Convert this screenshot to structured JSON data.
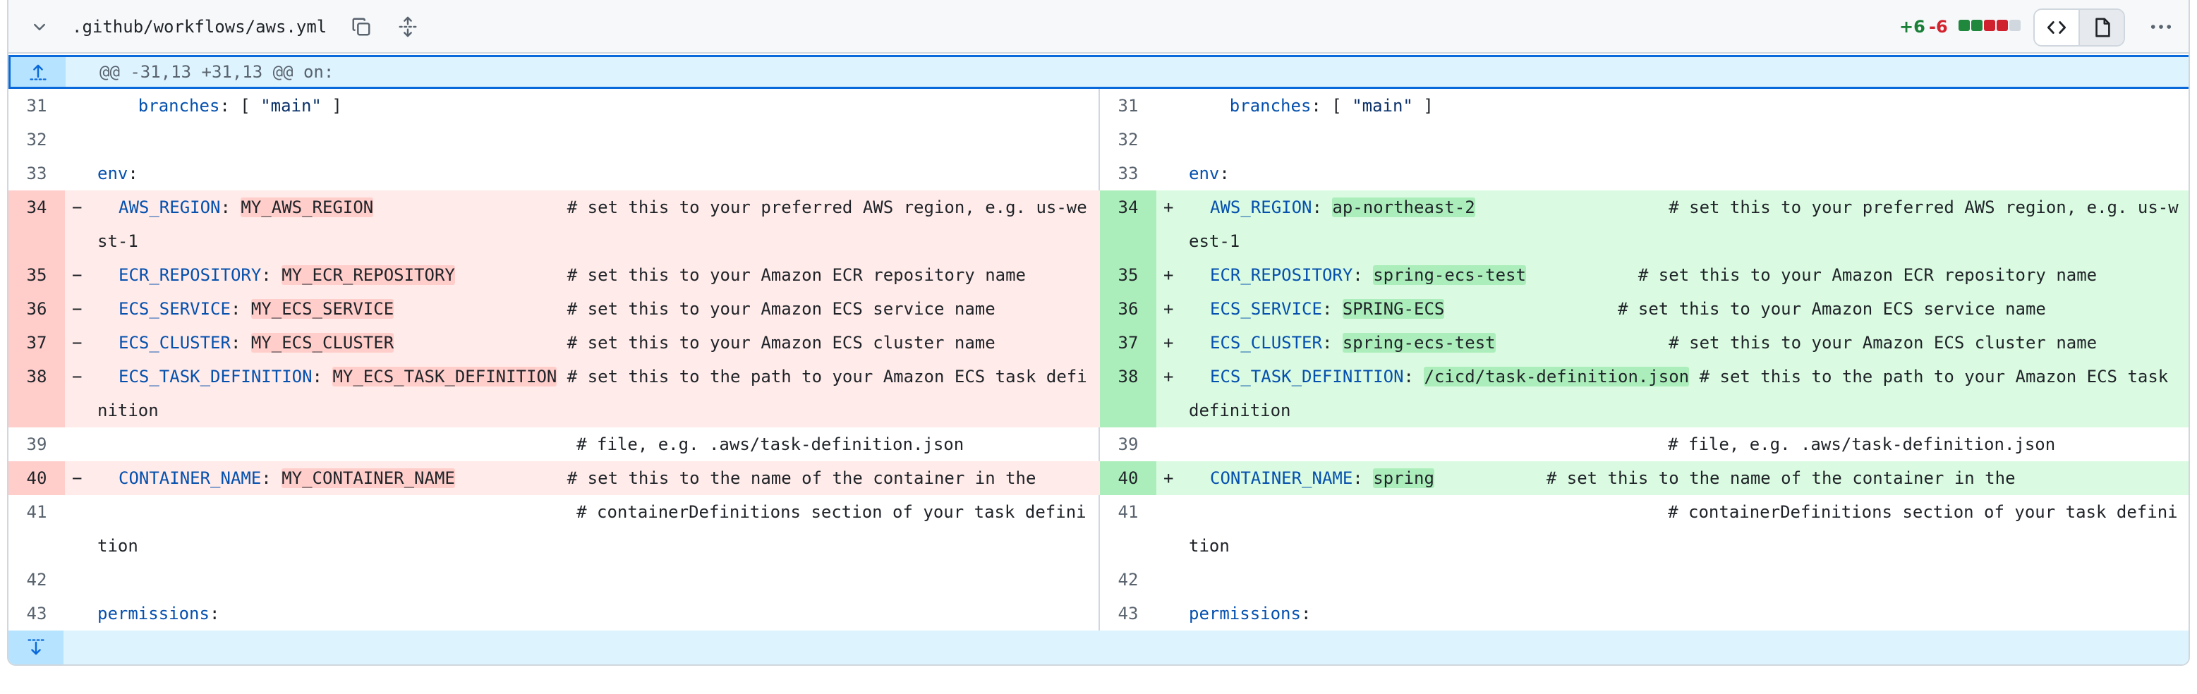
{
  "file": {
    "path": ".github/workflows/aws.yml",
    "additions": "+6",
    "deletions": "-6"
  },
  "colors": {
    "add_bg": "#dafbe1",
    "add_num_bg": "#aceebb",
    "del_bg": "#ffebe9",
    "del_num_bg": "#ffcecb",
    "hunk_bg": "#ddf4ff",
    "accent": "#0969da",
    "add_text": "#1a7f37",
    "del_text": "#d1242f"
  },
  "icons": {
    "collapse": "chevron-down-icon",
    "copy": "copy-icon",
    "expand": "unfold-icon",
    "code_view": "code-icon",
    "file_view": "file-icon",
    "more": "kebab-horizontal-icon",
    "expand_up": "fold-up-icon",
    "expand_down": "fold-down-icon"
  },
  "hunk": {
    "header": "@@ -31,13 +31,13 @@ on:"
  },
  "left": [
    {
      "n": "31",
      "type": "ctx",
      "marker": "",
      "segs": [
        [
          "",
          "    "
        ],
        [
          "k",
          "branches"
        ],
        [
          "",
          ": [ "
        ],
        [
          "s",
          "\"main\""
        ],
        [
          "",
          " ]"
        ]
      ]
    },
    {
      "n": "32",
      "type": "ctx",
      "marker": "",
      "segs": []
    },
    {
      "n": "33",
      "type": "ctx",
      "marker": "",
      "segs": [
        [
          "k",
          "env"
        ],
        [
          "",
          ":"
        ]
      ]
    },
    {
      "n": "34",
      "type": "del",
      "marker": "−",
      "segs": [
        [
          "k",
          "AWS_REGION"
        ],
        [
          "",
          ": "
        ],
        [
          "hd",
          "MY_AWS_REGION"
        ],
        [
          "",
          "                   # set this to your preferred AWS region, e.g. us-west-1"
        ]
      ]
    },
    {
      "n": "35",
      "type": "del",
      "marker": "−",
      "segs": [
        [
          "k",
          "ECR_REPOSITORY"
        ],
        [
          "",
          ": "
        ],
        [
          "hd",
          "MY_ECR_REPOSITORY"
        ],
        [
          "",
          "           # set this to your Amazon ECR repository name"
        ]
      ]
    },
    {
      "n": "36",
      "type": "del",
      "marker": "−",
      "segs": [
        [
          "k",
          "ECS_SERVICE"
        ],
        [
          "",
          ": "
        ],
        [
          "hd",
          "MY_ECS_SERVICE"
        ],
        [
          "",
          "                 # set this to your Amazon ECS service name"
        ]
      ]
    },
    {
      "n": "37",
      "type": "del",
      "marker": "−",
      "segs": [
        [
          "k",
          "ECS_CLUSTER"
        ],
        [
          "",
          ": "
        ],
        [
          "hd",
          "MY_ECS_CLUSTER"
        ],
        [
          "",
          "                 # set this to your Amazon ECS cluster name"
        ]
      ]
    },
    {
      "n": "38",
      "type": "del",
      "marker": "−",
      "segs": [
        [
          "k",
          "ECS_TASK_DEFINITION"
        ],
        [
          "",
          ": "
        ],
        [
          "hd",
          "MY_ECS_TASK_DEFINITION"
        ],
        [
          "",
          " # set this to the path to your Amazon ECS task definition"
        ]
      ]
    },
    {
      "n": "39",
      "type": "ctx",
      "marker": "",
      "segs": [
        [
          "",
          "                                               # file, e.g. .aws/task-definition.json"
        ]
      ]
    },
    {
      "n": "40",
      "type": "del",
      "marker": "−",
      "segs": [
        [
          "k",
          "CONTAINER_NAME"
        ],
        [
          "",
          ": "
        ],
        [
          "hd",
          "MY_CONTAINER_NAME"
        ],
        [
          "",
          "           # set this to the name of the container in the"
        ]
      ]
    },
    {
      "n": "41",
      "type": "ctx",
      "marker": "",
      "segs": [
        [
          "",
          "                                               # containerDefinitions section of your task definition"
        ]
      ]
    },
    {
      "n": "42",
      "type": "ctx",
      "marker": "",
      "segs": []
    },
    {
      "n": "43",
      "type": "ctx",
      "marker": "",
      "segs": [
        [
          "k",
          "permissions"
        ],
        [
          "",
          ":"
        ]
      ]
    }
  ],
  "right": [
    {
      "n": "31",
      "type": "ctx",
      "marker": "",
      "segs": [
        [
          "",
          "    "
        ],
        [
          "k",
          "branches"
        ],
        [
          "",
          ": [ "
        ],
        [
          "s",
          "\"main\""
        ],
        [
          "",
          " ]"
        ]
      ]
    },
    {
      "n": "32",
      "type": "ctx",
      "marker": "",
      "segs": []
    },
    {
      "n": "33",
      "type": "ctx",
      "marker": "",
      "segs": [
        [
          "k",
          "env"
        ],
        [
          "",
          ":"
        ]
      ]
    },
    {
      "n": "34",
      "type": "add",
      "marker": "+",
      "segs": [
        [
          "k",
          "AWS_REGION"
        ],
        [
          "",
          ": "
        ],
        [
          "ha",
          "ap-northeast-2"
        ],
        [
          "",
          "                   # set this to your preferred AWS region, e.g. us-west-1"
        ]
      ]
    },
    {
      "n": "35",
      "type": "add",
      "marker": "+",
      "segs": [
        [
          "k",
          "ECR_REPOSITORY"
        ],
        [
          "",
          ": "
        ],
        [
          "ha",
          "spring-ecs-test"
        ],
        [
          "",
          "           # set this to your Amazon ECR repository name"
        ]
      ]
    },
    {
      "n": "36",
      "type": "add",
      "marker": "+",
      "segs": [
        [
          "k",
          "ECS_SERVICE"
        ],
        [
          "",
          ": "
        ],
        [
          "ha",
          "SPRING-ECS"
        ],
        [
          "",
          "                 # set this to your Amazon ECS service name"
        ]
      ]
    },
    {
      "n": "37",
      "type": "add",
      "marker": "+",
      "segs": [
        [
          "k",
          "ECS_CLUSTER"
        ],
        [
          "",
          ": "
        ],
        [
          "ha",
          "spring-ecs-test"
        ],
        [
          "",
          "                 # set this to your Amazon ECS cluster name"
        ]
      ]
    },
    {
      "n": "38",
      "type": "add",
      "marker": "+",
      "segs": [
        [
          "k",
          "ECS_TASK_DEFINITION"
        ],
        [
          "",
          ": "
        ],
        [
          "ha",
          "/cicd/task-definition.json"
        ],
        [
          "",
          " # set this to the path to your Amazon ECS task definition"
        ]
      ]
    },
    {
      "n": "39",
      "type": "ctx",
      "marker": "",
      "segs": [
        [
          "",
          "                                               # file, e.g. .aws/task-definition.json"
        ]
      ]
    },
    {
      "n": "40",
      "type": "add",
      "marker": "+",
      "segs": [
        [
          "k",
          "CONTAINER_NAME"
        ],
        [
          "",
          ": "
        ],
        [
          "ha",
          "spring"
        ],
        [
          "",
          "           # set this to the name of the container in the"
        ]
      ]
    },
    {
      "n": "41",
      "type": "ctx",
      "marker": "",
      "segs": [
        [
          "",
          "                                               # containerDefinitions section of your task definition"
        ]
      ]
    },
    {
      "n": "42",
      "type": "ctx",
      "marker": "",
      "segs": []
    },
    {
      "n": "43",
      "type": "ctx",
      "marker": "",
      "segs": [
        [
          "k",
          "permissions"
        ],
        [
          "",
          ":"
        ]
      ]
    }
  ]
}
